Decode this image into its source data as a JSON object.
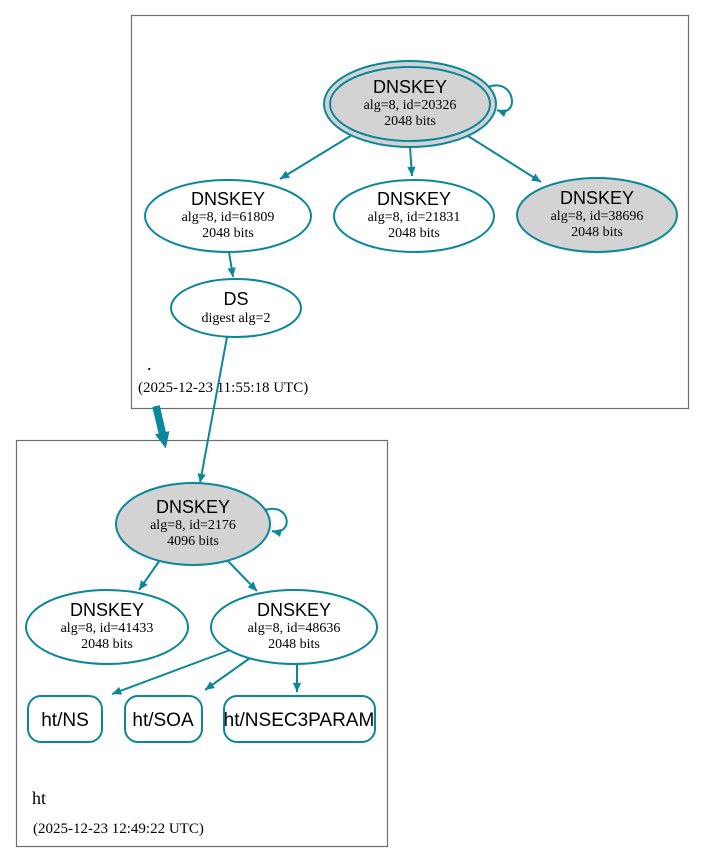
{
  "colors": {
    "edge_secure": "#0a879a",
    "ksk_fill": "#d3d3d3",
    "node_fill": "#ffffff",
    "zone_border": "#6e6e6e",
    "text": "#000000"
  },
  "zones": [
    {
      "name": ".",
      "timestamp": "(2025-12-23 11:55:18 UTC)"
    },
    {
      "name": "ht",
      "timestamp": "(2025-12-23 12:49:22 UTC)"
    }
  ],
  "nodes": {
    "root_ksk": {
      "title": "DNSKEY",
      "detail1": "alg=8, id=20326",
      "detail2": "2048 bits"
    },
    "root_key_61809": {
      "title": "DNSKEY",
      "detail1": "alg=8, id=61809",
      "detail2": "2048 bits"
    },
    "root_key_21831": {
      "title": "DNSKEY",
      "detail1": "alg=8, id=21831",
      "detail2": "2048 bits"
    },
    "root_key_38696": {
      "title": "DNSKEY",
      "detail1": "alg=8, id=38696",
      "detail2": "2048 bits"
    },
    "ds": {
      "title": "DS",
      "detail1": "digest alg=2"
    },
    "ht_ksk": {
      "title": "DNSKEY",
      "detail1": "alg=8, id=2176",
      "detail2": "4096 bits"
    },
    "ht_key_41433": {
      "title": "DNSKEY",
      "detail1": "alg=8, id=41433",
      "detail2": "2048 bits"
    },
    "ht_key_48636": {
      "title": "DNSKEY",
      "detail1": "alg=8, id=48636",
      "detail2": "2048 bits"
    },
    "rrset_ns": {
      "label": "ht/NS"
    },
    "rrset_soa": {
      "label": "ht/SOA"
    },
    "rrset_nsec3param": {
      "label": "ht/NSEC3PARAM"
    }
  }
}
